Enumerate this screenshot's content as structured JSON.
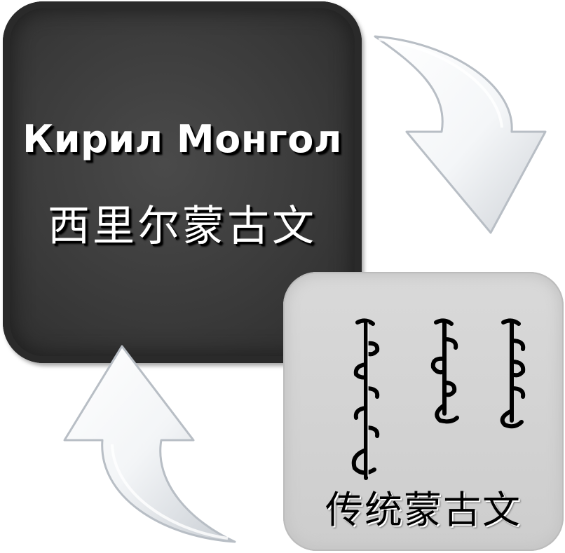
{
  "dark_box": {
    "title": "Кирил Монгол",
    "subtitle": "西里尔蒙古文"
  },
  "light_box": {
    "label": "传统蒙古文",
    "script_columns": [
      "traditional-mongolian-word-1",
      "traditional-mongolian-word-2",
      "traditional-mongolian-word-3"
    ]
  },
  "arrows": [
    "curved-down-arrow-icon",
    "curved-up-arrow-icon"
  ]
}
